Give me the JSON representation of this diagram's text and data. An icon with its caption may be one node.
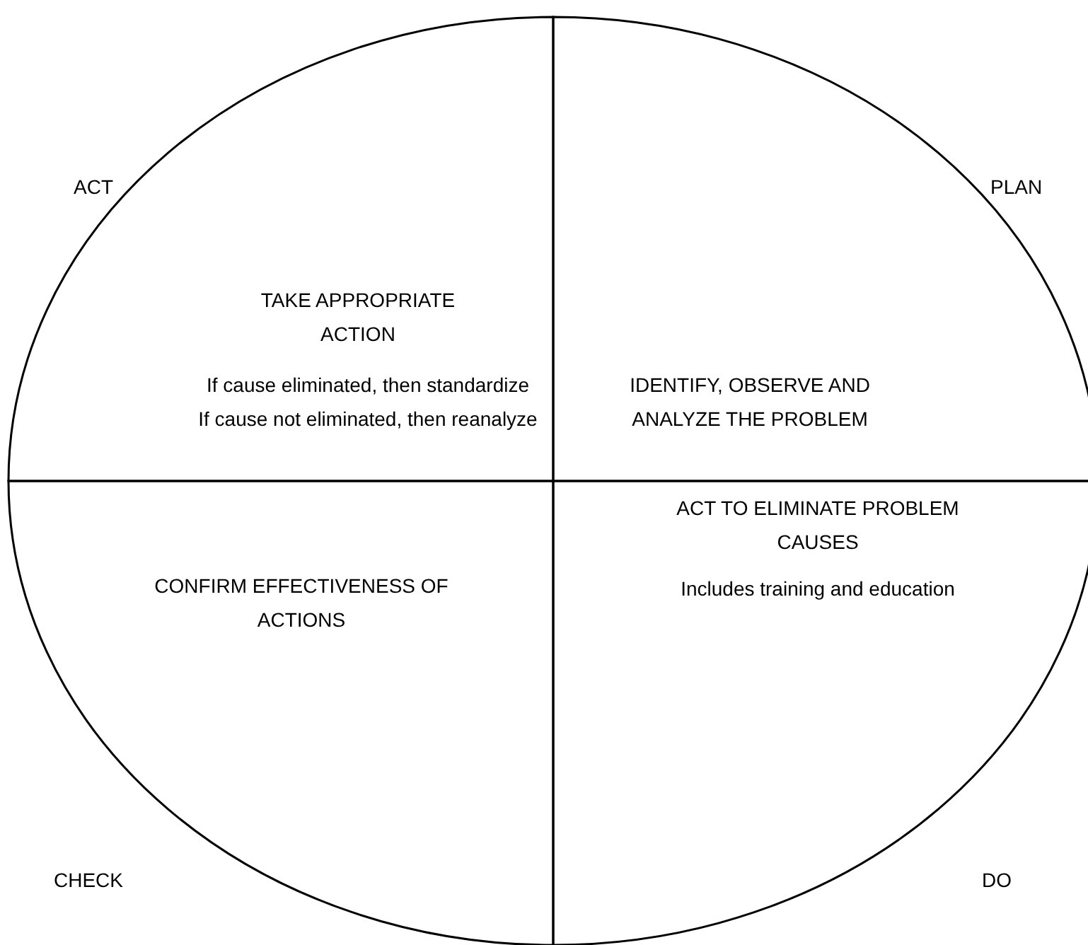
{
  "diagram": {
    "nodes": [
      {
        "text": [
          "TAKE APPROPRIATE ACTION",
          "If cause eliminated, then standardize",
          "If cause not eliminated, then reanalyze"
        ],
        "beside": [
          "ACT"
        ]
      },
      {
        "text": [
          "IDENTIFY, OBSERVE AND ANALYZE THE PROBLEM"
        ],
        "beside": [
          "PLAN"
        ]
      },
      {
        "text": [
          "CONFIRM EFFECTIVENESS OF ACTIONS"
        ],
        "beside": [
          "CHECK"
        ]
      },
      {
        "text": [
          "ACT TO ELIMINATE PROBLEM CAUSES",
          "Includes training and education"
        ],
        "beside": [
          "DO"
        ]
      }
    ],
    "edges": []
  }
}
